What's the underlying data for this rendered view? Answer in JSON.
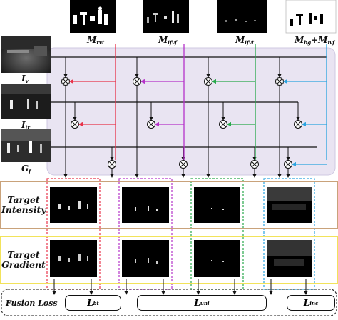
{
  "masks": [
    {
      "id": "rvt",
      "base": "M",
      "sub": "rvt",
      "color": "#e8334a"
    },
    {
      "id": "ifvf",
      "base": "M",
      "sub": "ifvf",
      "color": "#b532c9"
    },
    {
      "id": "ifvt",
      "base": "M",
      "sub": "ifvt",
      "color": "#27a84a"
    },
    {
      "id": "bg",
      "base": "M",
      "sub_a": "bg",
      "plus": "+",
      "base2": "M",
      "sub_b": "ivf",
      "color": "#2aa3df"
    }
  ],
  "inputs": [
    {
      "base": "I",
      "sub": "v"
    },
    {
      "base": "I",
      "sub": "ir"
    },
    {
      "base": "G",
      "sub": "f"
    }
  ],
  "rows": {
    "intensity": {
      "line1": "Target",
      "line2": "Intensity"
    },
    "gradient": {
      "line1": "Target",
      "line2": "Gradient"
    }
  },
  "fusion_loss": "Fusion Loss",
  "losses": [
    {
      "base": "L",
      "sub": "bt"
    },
    {
      "base": "L",
      "sub": "uni"
    },
    {
      "base": "L",
      "sub": "inc"
    }
  ],
  "colors": {
    "red": "#e8334a",
    "purple": "#b532c9",
    "green": "#27a84a",
    "blue": "#2aa3df",
    "panel": "#e9e4f2",
    "intensity_border": "#c9a27a",
    "gradient_border": "#f2e35a"
  }
}
